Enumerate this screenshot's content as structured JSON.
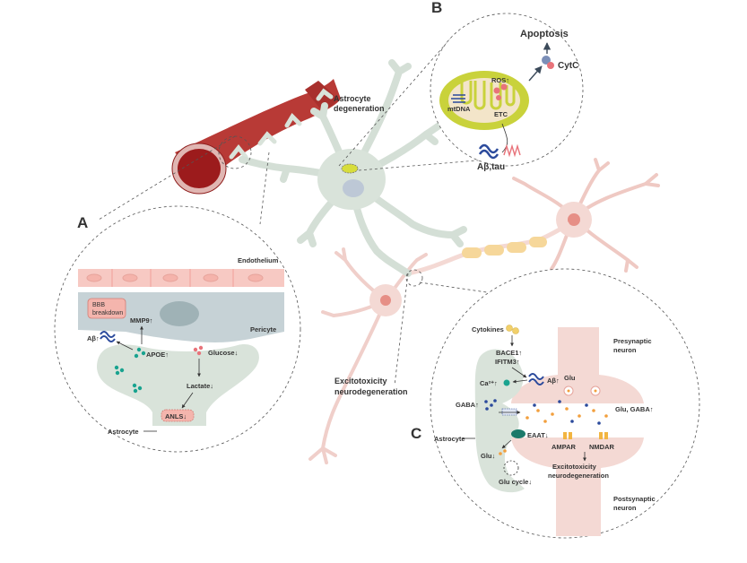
{
  "colors": {
    "vessel": "#b83a36",
    "vessel_dark": "#8f1f1e",
    "astrocyte": "#d9e3da",
    "astrocyte_stroke": "#a6b8a9",
    "neuron": "#f4d9d4",
    "neuron_core": "#e68f86",
    "myelin": "#f6d79a",
    "mito": "#c9d23b",
    "mito_inner": "#f3e5c9",
    "pericyte": "#c6d2d6",
    "endothelium": "#f7c9c3",
    "amyloid": "#2b4a9c"
  },
  "panels": {
    "A": "A",
    "B": "B",
    "C": "C"
  },
  "overview": {
    "astrocyte_degeneration": [
      "Astrocyte",
      "degeneration"
    ],
    "excitotoxicity": [
      "Excitotoxicity",
      "neurodegeneration"
    ]
  },
  "panel_a": {
    "endothelium": "Endothelium",
    "pericyte": "Pericyte",
    "bbb": [
      "BBB",
      "breakdown"
    ],
    "mmp9": "MMP9↑",
    "abeta": "Aβ↑",
    "apoe": "APOE↑",
    "glucose": "Glucose↓",
    "lactate": "Lactate↓",
    "anls": "ANLS↓",
    "astrocyte": "Astrocyte"
  },
  "panel_b": {
    "apoptosis": "Apoptosis",
    "cytc": "CytC",
    "ros": "ROS↑",
    "mtdna": "mtDNA",
    "etc": "ETC",
    "abeta_tau": "Aβ,tau"
  },
  "panel_c": {
    "cytokines": "Cytokines",
    "bace1": "BACE1↑",
    "ifitm3": "IFITM3↑",
    "calcium": "Ca²⁺↑",
    "abeta": "Aβ↑",
    "gaba": "GABA↑",
    "astrocyte": "Astrocyte",
    "glu_down": "Glu↓",
    "eaat": "EAAT↓",
    "glu_cycle": "Glu cycle↓",
    "presynaptic": [
      "Presynaptic",
      "neuron"
    ],
    "glu": "Glu",
    "glu_gaba": "Glu, GABA↑",
    "ampar": "AMPAR",
    "nmdar": "NMDAR",
    "excitotoxicity": [
      "Excitotoxicity",
      "neurodegeneration"
    ],
    "postsynaptic": [
      "Postsynaptic",
      "neuron"
    ]
  }
}
